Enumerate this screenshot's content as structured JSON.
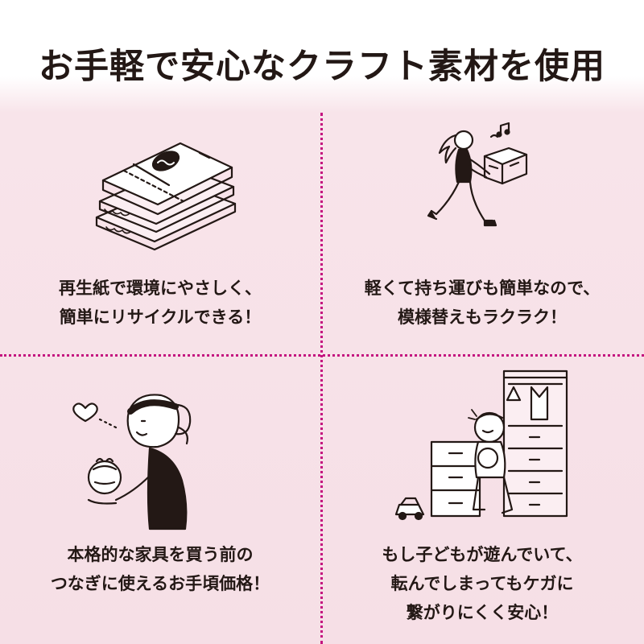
{
  "title": "お手軽で安心なクラフト素材を使用",
  "sections": [
    {
      "lines": [
        "再生紙で環境にやさしく、",
        "簡単にリサイクルできる！"
      ],
      "icon": "cardboard-stack-icon"
    },
    {
      "lines": [
        "軽くて持ち運びも簡単なので、",
        "模様替えもラクラク！"
      ],
      "icon": "woman-carrying-box-icon"
    },
    {
      "lines": [
        "本格的な家具を買う前の",
        "つなぎに使えるお手頃価格！"
      ],
      "icon": "woman-holding-bag-icon"
    },
    {
      "lines": [
        "もし子どもが遊んでいて、",
        "転んでしまってもケガに",
        "繋がりにくく安心！"
      ],
      "icon": "child-with-drawers-icon"
    }
  ],
  "colors": {
    "divider": "#c4137f",
    "background": "#f6dfe6",
    "text": "#231815"
  }
}
